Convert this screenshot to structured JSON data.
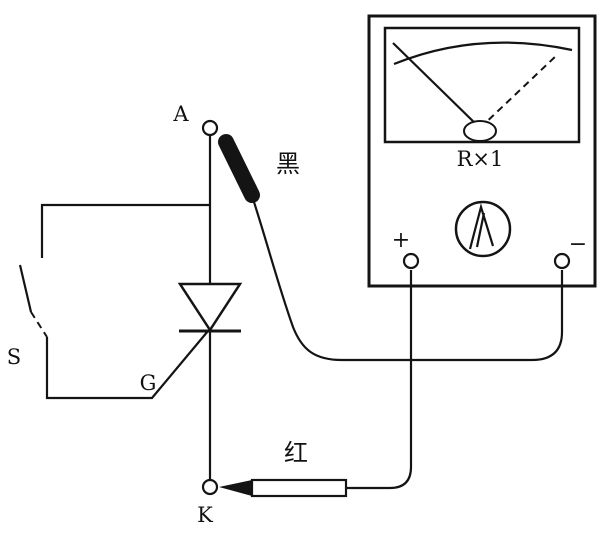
{
  "diagram": {
    "title": "thyristor-multimeter-test-schematic",
    "labels": {
      "anode": "A",
      "cathode": "K",
      "gate": "G",
      "switch": "S",
      "black_probe": "黑",
      "red_probe": "红",
      "meter_range": "R×1",
      "plus_terminal": "+",
      "minus_terminal": "−"
    },
    "colors": {
      "line": "#141414",
      "background": "#ffffff"
    }
  }
}
